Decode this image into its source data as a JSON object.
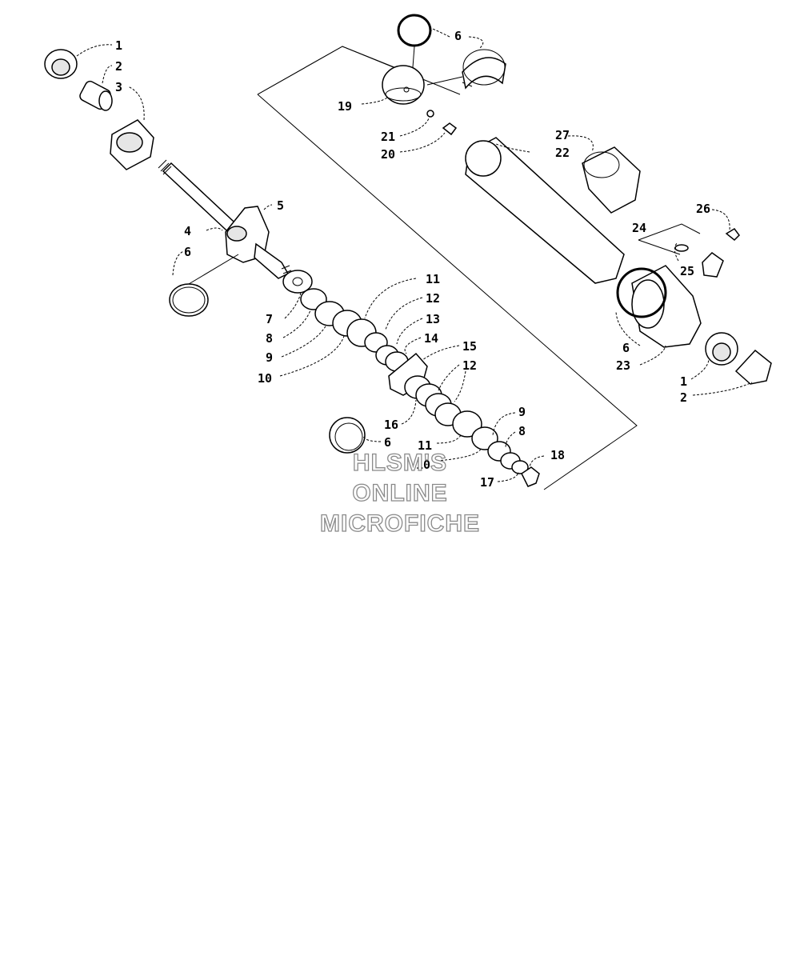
{
  "callouts": {
    "c1a": "1",
    "c2a": "2",
    "c3": "3",
    "c4": "4",
    "c5": "5",
    "c6a": "6",
    "c6top": "6",
    "c19": "19",
    "c21": "21",
    "c20": "20",
    "c27": "27",
    "c22": "22",
    "c26": "26",
    "c24": "24",
    "c25": "25",
    "c7": "7",
    "c8a": "8",
    "c9a": "9",
    "c10a": "10",
    "c11a": "11",
    "c12a": "12",
    "c13": "13",
    "c14": "14",
    "c15": "15",
    "c12b": "12",
    "c16": "16",
    "c6b": "6",
    "c11b": "11",
    "c10b": "10",
    "c9b": "9",
    "c8b": "8",
    "c17": "17",
    "c18": "18",
    "c6c": "6",
    "c23": "23",
    "c1b": "1",
    "c2b": "2"
  },
  "watermark": [
    "HLSM'S",
    "ONLINE",
    "MICROFICHE"
  ]
}
